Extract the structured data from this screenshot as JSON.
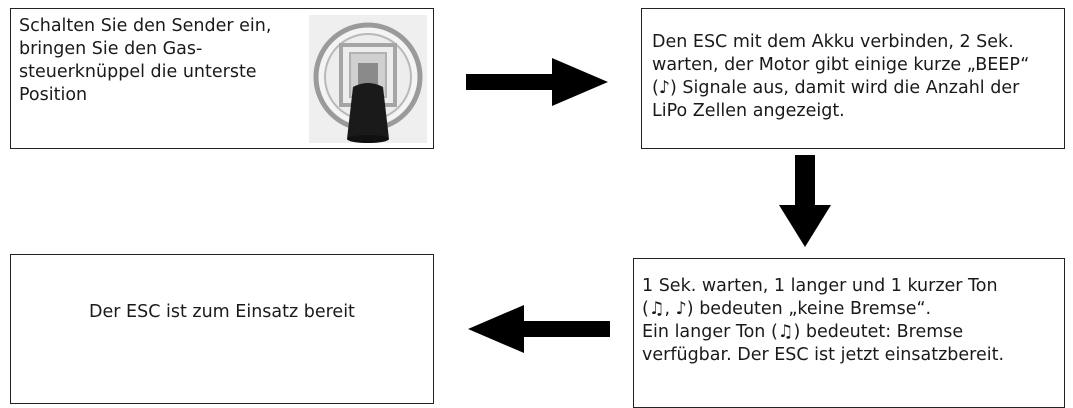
{
  "steps": [
    {
      "text": "Schalten Sie den Sender ein, bringen Sie den Gas-steuerknüppel die unterste Position"
    },
    {
      "text": "Den ESC mit dem Akku verbinden, 2 Sek. warten, der Motor gibt einige kurze „BEEP“ (♪) Signale aus, damit wird die Anzahl der LiPo Zellen angezeigt."
    },
    {
      "line1": "1 Sek. warten, 1 langer und 1 kurzer Ton",
      "line2": "(♫, ♪) bedeuten „keine Bremse“.",
      "line3": "Ein langer Ton (♫) bedeutet: Bremse",
      "line4": "verfügbar. Der ESC ist jetzt einsatzbereit."
    },
    {
      "text": "Der ESC ist zum Einsatz bereit"
    }
  ],
  "icons": {
    "throttle": "throttle-stick-icon"
  },
  "colors": {
    "arrow": "#000000",
    "border": "#222222",
    "stick_bg": "#efefef"
  }
}
